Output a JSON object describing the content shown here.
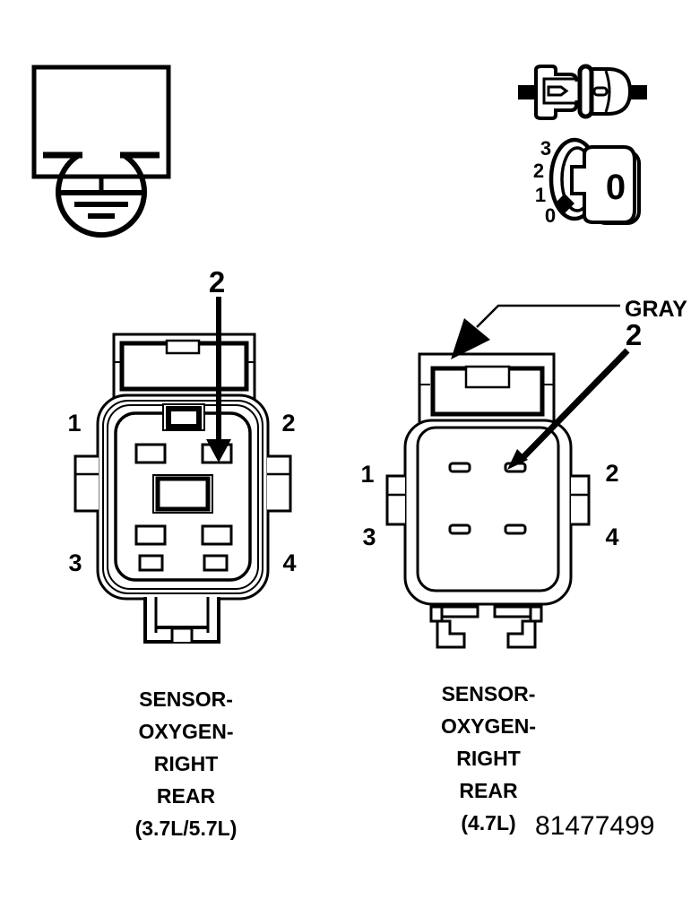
{
  "icons": {
    "ground": "resistance-to-ground-icon",
    "connector_pair": "disconnected-connector-halves-icon",
    "dial": "rotary-dial-icon"
  },
  "dial_icon": {
    "scale_labels": [
      "3",
      "2",
      "1",
      "0"
    ],
    "knob_label": "0"
  },
  "left_connector": {
    "callout_pin": "2",
    "pin_labels": [
      "1",
      "2",
      "3",
      "4"
    ],
    "caption_lines": [
      "SENSOR-",
      "OXYGEN-",
      "RIGHT",
      "REAR",
      "(3.7L/5.7L)"
    ]
  },
  "right_connector": {
    "connector_color_label": "GRAY",
    "callout_pin": "2",
    "pin_labels": [
      "1",
      "2",
      "3",
      "4"
    ],
    "caption_lines": [
      "SENSOR-",
      "OXYGEN-",
      "RIGHT",
      "REAR",
      "(4.7L)"
    ],
    "part_number": "81477499"
  },
  "colors": {
    "line": "#000000",
    "background": "#ffffff"
  }
}
